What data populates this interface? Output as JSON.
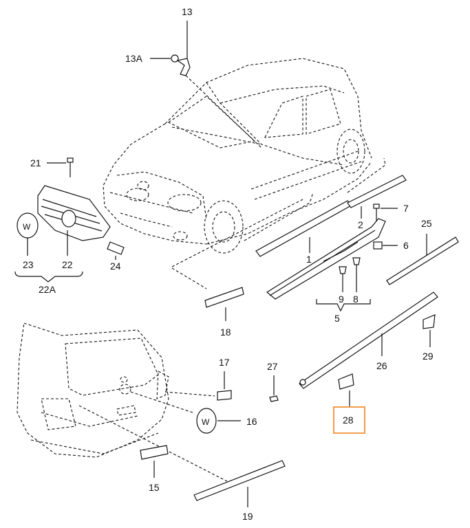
{
  "diagram": {
    "callouts": {
      "c13": "13",
      "c13a": "13A",
      "c21": "21",
      "c23": "23",
      "c22": "22",
      "c22a": "22A",
      "c24": "24",
      "c1": "1",
      "c2": "2",
      "c7": "7",
      "c6": "6",
      "c25": "25",
      "c9": "9",
      "c8": "8",
      "c5": "5",
      "c18": "18",
      "c26": "26",
      "c29": "29",
      "c17": "17",
      "c27": "27",
      "c16": "16",
      "c28": "28",
      "c15": "15",
      "c19": "19"
    },
    "highlight_color": "#f29a4a"
  }
}
